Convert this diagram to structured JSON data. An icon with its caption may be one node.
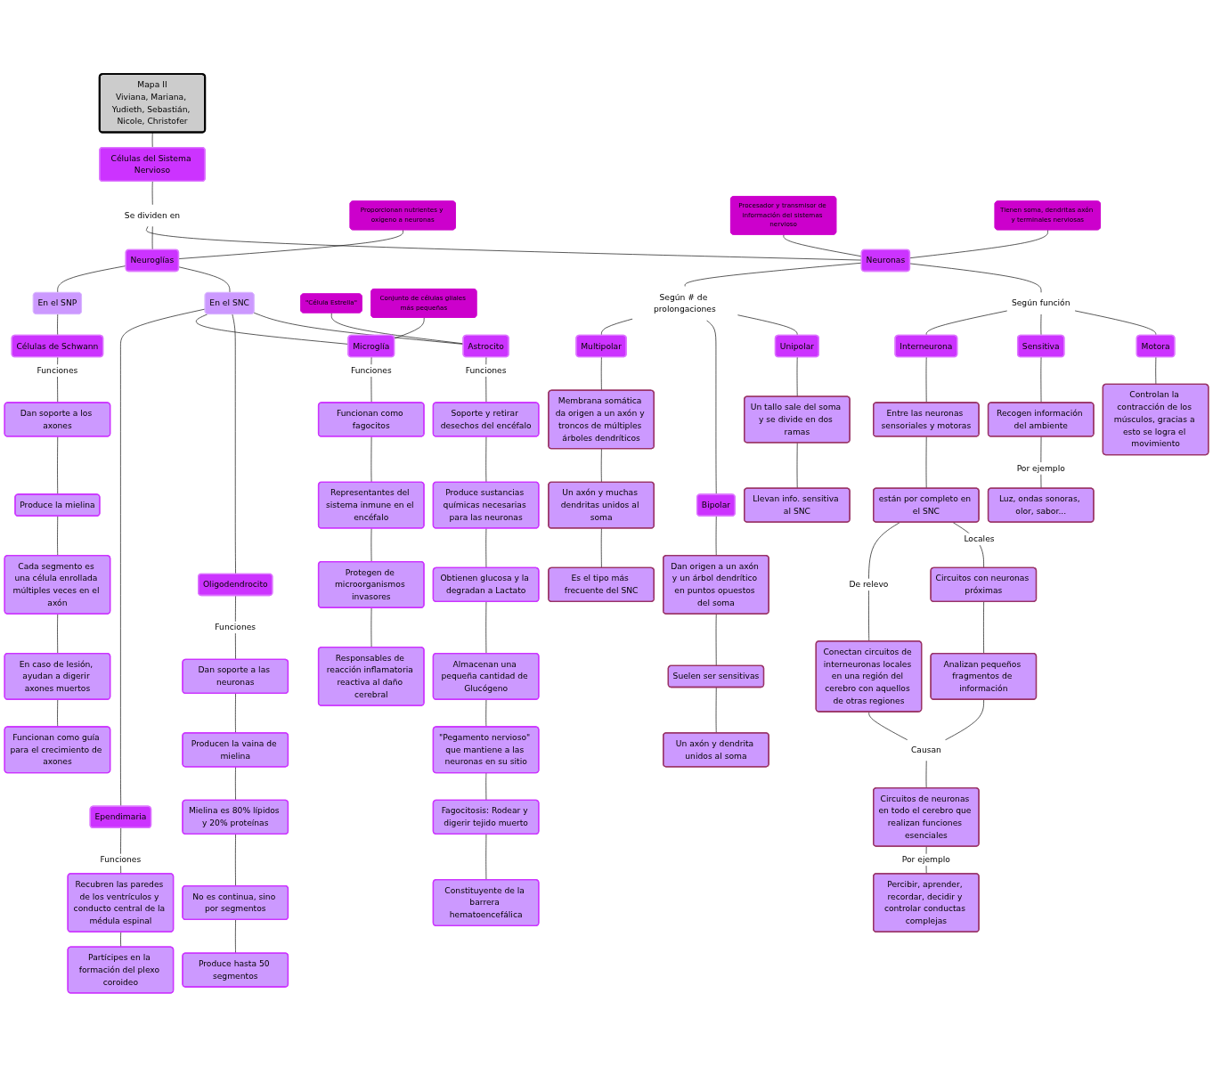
{
  "diagram": {
    "nodes": [
      {
        "text": [
          "Mapa II",
          "Viviana, Mariana, Yudieth, Sebastián, Nicole, Christofer"
        ]
      },
      {
        "text": [
          "Células del Sistema Nervioso"
        ]
      },
      {
        "text": [
          "Se dividen en"
        ]
      },
      {
        "text": [
          "Proporcionan nutrientes y oxígeno a neuronas"
        ]
      },
      {
        "text": [
          "Neuroglías"
        ]
      },
      {
        "text": [
          "Procesador y transmisor de información del sistemas nervioso"
        ]
      },
      {
        "text": [
          "Neuronas"
        ]
      },
      {
        "text": [
          "Tienen soma, dendritas axón y terminales nerviosas"
        ]
      },
      {
        "text": [
          "En el SNC"
        ]
      },
      {
        "text": [
          "En el SNP"
        ]
      },
      {
        "text": [
          "\"Célula Estrella\""
        ]
      },
      {
        "text": [
          "Astrocito"
        ]
      },
      {
        "text": [
          "Soporte y retirar desechos del encéfalo"
        ]
      },
      {
        "text": [
          "Produce sustancias químicas necesarias para las neuronas"
        ]
      },
      {
        "text": [
          "Obtienen glucosa y la degradan a Lactato"
        ]
      },
      {
        "text": [
          "Almacenan una pequeña cantidad de Glucógeno"
        ]
      },
      {
        "text": [
          "\"Pegamento nervioso\" que mantiene a las neuronas en su sitio"
        ]
      },
      {
        "text": [
          "Fagocitosis: Rodear y digerir tejido muerto"
        ]
      },
      {
        "text": [
          "Constituyente de la barrera hematoencefálica"
        ]
      },
      {
        "text": [
          "Oligodendrocito"
        ]
      },
      {
        "text": [
          "Dan soporte a las neuronas"
        ]
      },
      {
        "text": [
          "Producen la vaina de mielina"
        ]
      },
      {
        "text": [
          "Mielina es 80% lípidos y 20% proteínas"
        ]
      },
      {
        "text": [
          "No es continua, sino por segmentos"
        ]
      },
      {
        "text": [
          "Produce hasta 50 segmentos"
        ]
      },
      {
        "text": [
          "Conjunto de células gliales más pequeñas"
        ]
      },
      {
        "text": [
          "Microglía"
        ]
      },
      {
        "text": [
          "Funcionan como fagocitos"
        ]
      },
      {
        "text": [
          "Representantes del sistema inmune en el encéfalo"
        ]
      },
      {
        "text": [
          "Protegen de microorganismos invasores"
        ]
      },
      {
        "text": [
          "Responsables de reacción inflamatoria reactiva al daño cerebral"
        ]
      },
      {
        "text": [
          "Ependimaria"
        ]
      },
      {
        "text": [
          "Recubren las paredes de los ventrículos y conducto central de la médula espinal"
        ]
      },
      {
        "text": [
          "Partícipes en la formación del plexo coroideo"
        ]
      },
      {
        "text": [
          "Células de Schwann"
        ]
      },
      {
        "text": [
          "Dan soporte a los axones"
        ]
      },
      {
        "text": [
          "Produce la mielina"
        ]
      },
      {
        "text": [
          "Cada segmento es una célula enrollada múltiples veces en el axón"
        ]
      },
      {
        "text": [
          "En caso de lesión, ayudan a digerir axones muertos"
        ]
      },
      {
        "text": [
          "Funcionan como guía para el crecimiento de axones"
        ]
      },
      {
        "text": [
          "Según función"
        ]
      },
      {
        "text": [
          "Motora"
        ]
      },
      {
        "text": [
          "Controlan la contracción de los músculos, gracias a esto se logra el movimiento"
        ]
      },
      {
        "text": [
          "Sensitiva"
        ]
      },
      {
        "text": [
          "Recogen información del ambiente"
        ]
      },
      {
        "text": [
          "Luz, ondas sonoras, olor, sabor..."
        ]
      },
      {
        "text": [
          "Interneurona"
        ]
      },
      {
        "text": [
          "Entre las neuronas sensoriales y motoras"
        ]
      },
      {
        "text": [
          "están por completo en el SNC"
        ]
      },
      {
        "text": [
          "Circuitos con neuronas próximas"
        ]
      },
      {
        "text": [
          "Analizan pequeños fragmentos de información"
        ]
      },
      {
        "text": [
          "Conectan circuitos de interneuronas locales en una región del cerebro con aquellos de otras regiones"
        ]
      },
      {
        "text": [
          "Causan"
        ]
      },
      {
        "text": [
          "Circuitos de neuronas en todo el cerebro que realizan funciones esenciales"
        ]
      },
      {
        "text": [
          "Percibir, aprender, recordar, decidir y controlar conductas complejas"
        ]
      },
      {
        "text": [
          "Según # de prolongaciones"
        ]
      },
      {
        "text": [
          "Unipolar"
        ]
      },
      {
        "text": [
          "Un tallo sale del soma y se divide en dos ramas"
        ]
      },
      {
        "text": [
          "Llevan info. sensitiva al SNC"
        ]
      },
      {
        "text": [
          "Bipolar"
        ]
      },
      {
        "text": [
          "Dan origen a un axón y un árbol dendrítico en puntos opuestos del soma"
        ]
      },
      {
        "text": [
          "Suelen ser sensitivas"
        ]
      },
      {
        "text": [
          "Un axón y dendrita unidos al soma"
        ]
      },
      {
        "text": [
          "Multipolar"
        ]
      },
      {
        "text": [
          "Membrana somática da origen a un axón y troncos de múltiples árboles dendríticos"
        ]
      },
      {
        "text": [
          "Un axón y muchas dendritas unidos al soma"
        ]
      },
      {
        "text": [
          "Es el tipo más frecuente del SNC"
        ]
      }
    ],
    "edges": [
      {
        "from": 0,
        "to": 1,
        "arrow": "none"
      },
      {
        "from": 1,
        "to": 2,
        "arrow": "none"
      },
      {
        "from": 2,
        "to": 4,
        "arrow": "none"
      },
      {
        "from": 2,
        "to": 6,
        "arrow": "none"
      },
      {
        "from": 3,
        "to": 4,
        "arrow": "none"
      },
      {
        "from": 5,
        "to": 6,
        "arrow": "none"
      },
      {
        "from": 7,
        "to": 6,
        "arrow": "none"
      },
      {
        "from": 4,
        "to": 8,
        "arrow": "none"
      },
      {
        "from": 4,
        "to": 9,
        "arrow": "none"
      },
      {
        "from": 8,
        "to": 11,
        "arrow": "none"
      },
      {
        "from": 10,
        "to": 11,
        "arrow": "none"
      },
      {
        "from": 11,
        "to": 12,
        "arrow": "none",
        "label": "Funciones"
      },
      {
        "from": 12,
        "to": 13,
        "arrow": "none"
      },
      {
        "from": 13,
        "to": 14,
        "arrow": "none"
      },
      {
        "from": 14,
        "to": 15,
        "arrow": "none"
      },
      {
        "from": 15,
        "to": 16,
        "arrow": "none"
      },
      {
        "from": 16,
        "to": 17,
        "arrow": "none"
      },
      {
        "from": 17,
        "to": 18,
        "arrow": "none"
      },
      {
        "from": 8,
        "to": 19,
        "arrow": "none"
      },
      {
        "from": 19,
        "to": 20,
        "arrow": "none",
        "label": "Funciones"
      },
      {
        "from": 20,
        "to": 21,
        "arrow": "none"
      },
      {
        "from": 21,
        "to": 22,
        "arrow": "none"
      },
      {
        "from": 22,
        "to": 23,
        "arrow": "none"
      },
      {
        "from": 23,
        "to": 24,
        "arrow": "none"
      },
      {
        "from": 8,
        "to": 26,
        "arrow": "none"
      },
      {
        "from": 25,
        "to": 26,
        "arrow": "none"
      },
      {
        "from": 26,
        "to": 27,
        "arrow": "none",
        "label": "Funciones"
      },
      {
        "from": 27,
        "to": 28,
        "arrow": "none"
      },
      {
        "from": 28,
        "to": 29,
        "arrow": "none"
      },
      {
        "from": 29,
        "to": 30,
        "arrow": "none"
      },
      {
        "from": 8,
        "to": 31,
        "arrow": "none"
      },
      {
        "from": 31,
        "to": 32,
        "arrow": "none",
        "label": "Funciones"
      },
      {
        "from": 32,
        "to": 33,
        "arrow": "none"
      },
      {
        "from": 9,
        "to": 34,
        "arrow": "none"
      },
      {
        "from": 34,
        "to": 35,
        "arrow": "none",
        "label": "Funciones"
      },
      {
        "from": 35,
        "to": 36,
        "arrow": "none"
      },
      {
        "from": 36,
        "to": 37,
        "arrow": "none"
      },
      {
        "from": 37,
        "to": 38,
        "arrow": "none"
      },
      {
        "from": 38,
        "to": 39,
        "arrow": "none"
      },
      {
        "from": 6,
        "to": 40,
        "arrow": "none"
      },
      {
        "from": 40,
        "to": 41,
        "arrow": "none"
      },
      {
        "from": 40,
        "to": 43,
        "arrow": "none"
      },
      {
        "from": 40,
        "to": 46,
        "arrow": "none"
      },
      {
        "from": 41,
        "to": 42,
        "arrow": "none"
      },
      {
        "from": 43,
        "to": 44,
        "arrow": "none"
      },
      {
        "from": 44,
        "to": 45,
        "arrow": "none",
        "label": "Por ejemplo"
      },
      {
        "from": 46,
        "to": 47,
        "arrow": "none"
      },
      {
        "from": 47,
        "to": 48,
        "arrow": "none"
      },
      {
        "from": 48,
        "to": 49,
        "arrow": "none",
        "label": "Locales"
      },
      {
        "from": 48,
        "to": 51,
        "arrow": "none",
        "label": "De relevo"
      },
      {
        "from": 49,
        "to": 50,
        "arrow": "none"
      },
      {
        "from": 50,
        "to": 52,
        "arrow": "none"
      },
      {
        "from": 51,
        "to": 52,
        "arrow": "none"
      },
      {
        "from": 52,
        "to": 53,
        "arrow": "none"
      },
      {
        "from": 53,
        "to": 54,
        "arrow": "none",
        "label": "Por ejemplo"
      },
      {
        "from": 6,
        "to": 55,
        "arrow": "none"
      },
      {
        "from": 55,
        "to": 56,
        "arrow": "none"
      },
      {
        "from": 55,
        "to": 59,
        "arrow": "none"
      },
      {
        "from": 55,
        "to": 63,
        "arrow": "none"
      },
      {
        "from": 56,
        "to": 57,
        "arrow": "none"
      },
      {
        "from": 57,
        "to": 58,
        "arrow": "none"
      },
      {
        "from": 59,
        "to": 60,
        "arrow": "none"
      },
      {
        "from": 60,
        "to": 61,
        "arrow": "none"
      },
      {
        "from": 61,
        "to": 62,
        "arrow": "none"
      },
      {
        "from": 63,
        "to": 64,
        "arrow": "none"
      },
      {
        "from": 64,
        "to": 65,
        "arrow": "none"
      },
      {
        "from": 65,
        "to": 66,
        "arrow": "none"
      }
    ]
  }
}
